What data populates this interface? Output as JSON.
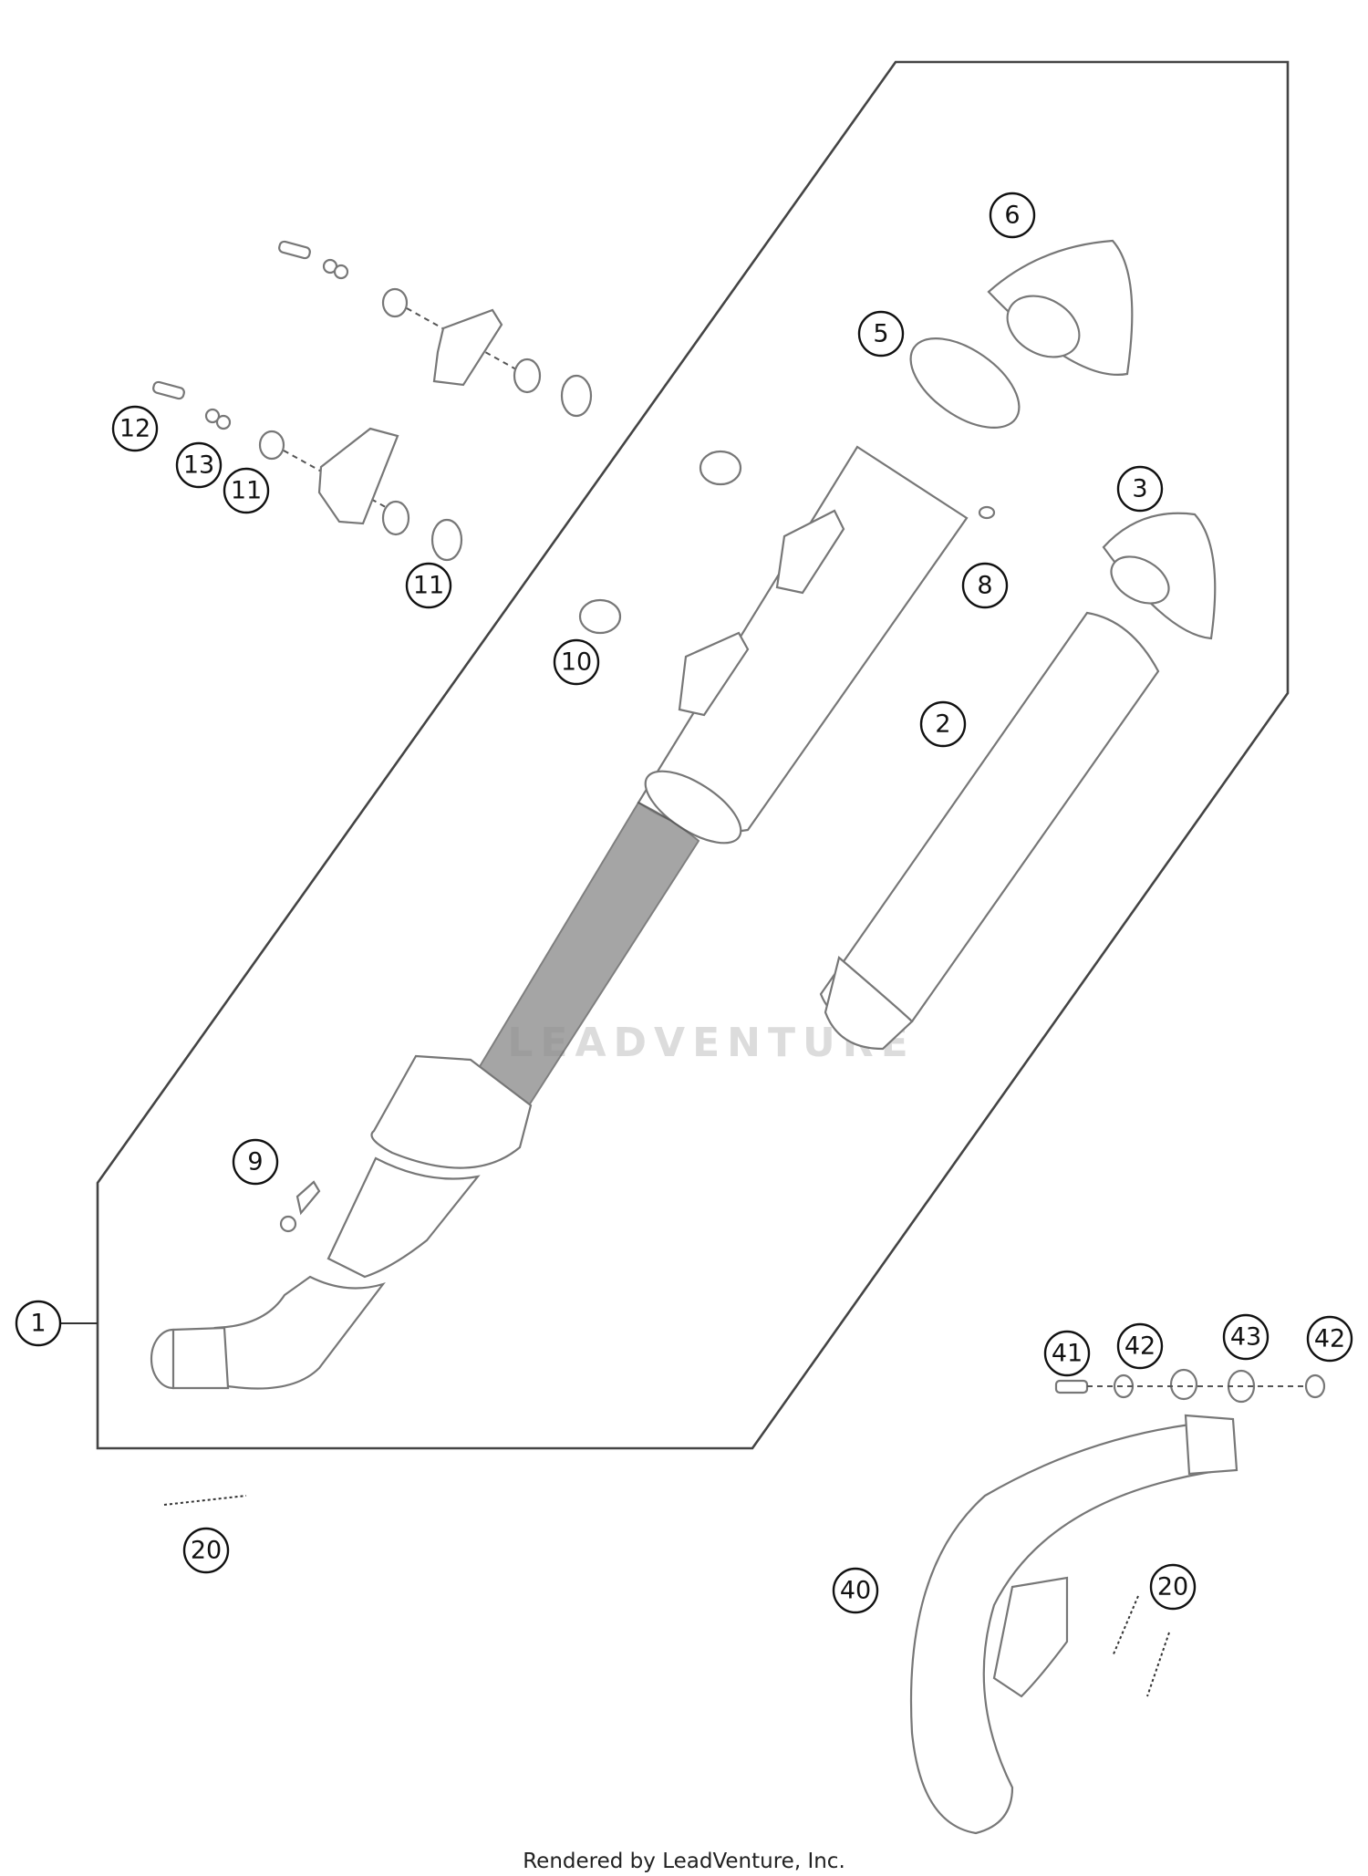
{
  "diagram": {
    "callouts": [
      {
        "id": "c1",
        "label": "1"
      },
      {
        "id": "c2",
        "label": "2"
      },
      {
        "id": "c3",
        "label": "3"
      },
      {
        "id": "c5",
        "label": "5"
      },
      {
        "id": "c6",
        "label": "6"
      },
      {
        "id": "c8",
        "label": "8"
      },
      {
        "id": "c9",
        "label": "9"
      },
      {
        "id": "c10",
        "label": "10"
      },
      {
        "id": "c11a",
        "label": "11"
      },
      {
        "id": "c11b",
        "label": "11"
      },
      {
        "id": "c12",
        "label": "12"
      },
      {
        "id": "c13",
        "label": "13"
      },
      {
        "id": "c20a",
        "label": "20"
      },
      {
        "id": "c20b",
        "label": "20"
      },
      {
        "id": "c40",
        "label": "40"
      },
      {
        "id": "c41",
        "label": "41"
      },
      {
        "id": "c42a",
        "label": "42"
      },
      {
        "id": "c42b",
        "label": "42"
      },
      {
        "id": "c43",
        "label": "43"
      }
    ],
    "watermark": "LEADVENTURE"
  },
  "footer": {
    "text": "Rendered by LeadVenture, Inc."
  }
}
